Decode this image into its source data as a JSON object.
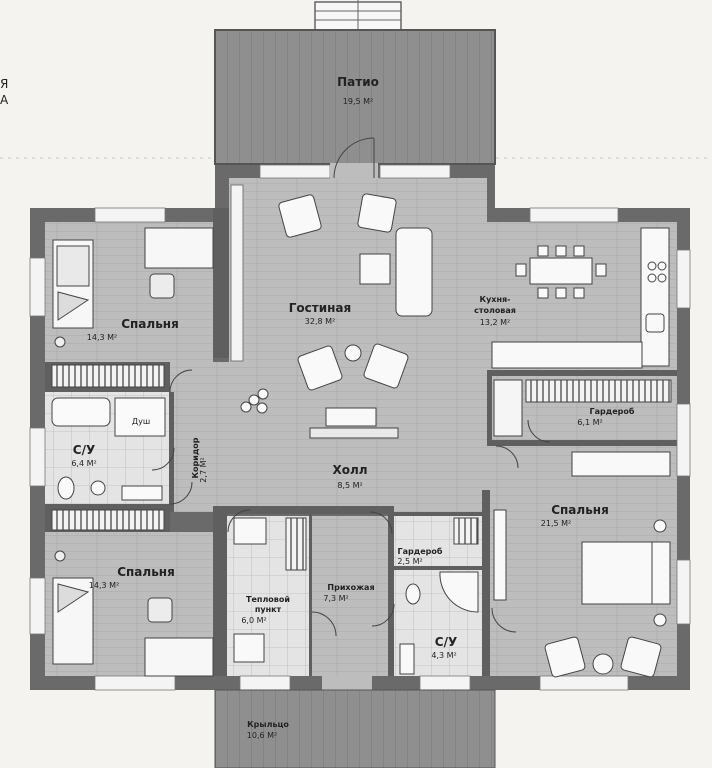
{
  "edge_text": [
    "Я",
    "А"
  ],
  "rooms": {
    "patio": {
      "name": "Патио",
      "area": "19,5 М²"
    },
    "living": {
      "name": "Гостиная",
      "area": "32,8 М²"
    },
    "kitchen": {
      "name": "Кухня-\nстоловая",
      "area": "13,2 М²"
    },
    "bed_nw": {
      "name": "Спальня",
      "area": "14,3 М²"
    },
    "bath_w": {
      "name": "С/У",
      "area": "6,4 М²"
    },
    "shower": {
      "name": "Душ"
    },
    "corridor": {
      "name": "Коридор",
      "area": "2,7 М²"
    },
    "hall": {
      "name": "Холл",
      "area": "8,5 М²"
    },
    "wardrobe_e": {
      "name": "Гардероб",
      "area": "6,1 М²"
    },
    "bed_e": {
      "name": "Спальня",
      "area": "21,5 М²"
    },
    "bed_sw": {
      "name": "Спальня",
      "area": "14,3 М²"
    },
    "heating": {
      "name": "Тепловой\nпункт",
      "area": "6,0 М²"
    },
    "entry": {
      "name": "Прихожая",
      "area": "7,3 М²"
    },
    "wardrobe_s": {
      "name": "Гардероб",
      "area": "2,5 М²"
    },
    "bath_s": {
      "name": "С/У",
      "area": "4,3 М²"
    },
    "porch": {
      "name": "Крыльцо",
      "area": "10,6 М²"
    }
  },
  "colors": {
    "wall": "#5f5f5f",
    "floor_wood": "#bdbdbd",
    "floor_tile": "#e2e2e2",
    "patio_deck": "#8f8f8f",
    "paper": "#f4f3ef"
  }
}
